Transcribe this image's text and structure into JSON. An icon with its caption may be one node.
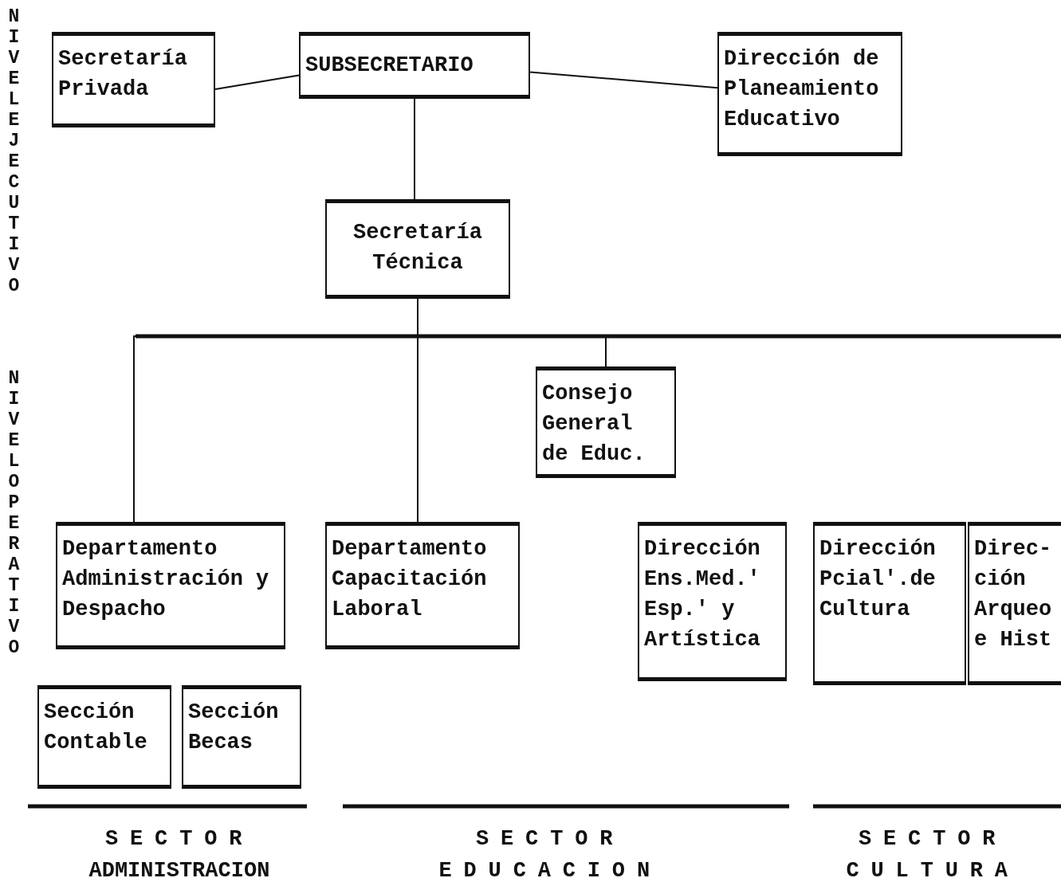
{
  "diagram": {
    "nodes": [
      {
        "text": [
          "Secretaría Privada"
        ]
      },
      {
        "text": [
          "SUBSECRETARIO"
        ]
      },
      {
        "text": [
          "Dirección de Planeamiento Educativo"
        ]
      },
      {
        "text": [
          "Secretaría Técnica"
        ]
      },
      {
        "text": [
          "Consejo General de Educ."
        ]
      },
      {
        "text": [
          "Departamento Administración y Despacho"
        ]
      },
      {
        "text": [
          "Departamento Capacitación Laboral"
        ]
      },
      {
        "text": [
          "Dirección Ens.Med.' Esp.' y Artística"
        ]
      },
      {
        "text": [
          "Dirección Pcial'.de Cultura"
        ]
      },
      {
        "text": [
          "Direc- ción Arqueo e Hist"
        ]
      },
      {
        "text": [
          "Sección Contable"
        ]
      },
      {
        "text": [
          "Sección Becas"
        ]
      }
    ],
    "edges": [
      {
        "from": 1,
        "to": 0,
        "arrow": "none"
      },
      {
        "from": 1,
        "to": 2,
        "arrow": "none"
      },
      {
        "from": 1,
        "to": 3,
        "arrow": "none"
      },
      {
        "from": 3,
        "to": 4,
        "arrow": "none"
      },
      {
        "from": 3,
        "to": 5,
        "arrow": "none"
      },
      {
        "from": 3,
        "to": 6,
        "arrow": "none"
      }
    ],
    "labels": [
      "NIVEL EJECUTIVO",
      "NIVEL OPERATIVO",
      "SECTOR",
      "ADMINISTRACION",
      "SECTOR",
      "EDUCACION",
      "SECTOR",
      "CULTURA"
    ]
  }
}
